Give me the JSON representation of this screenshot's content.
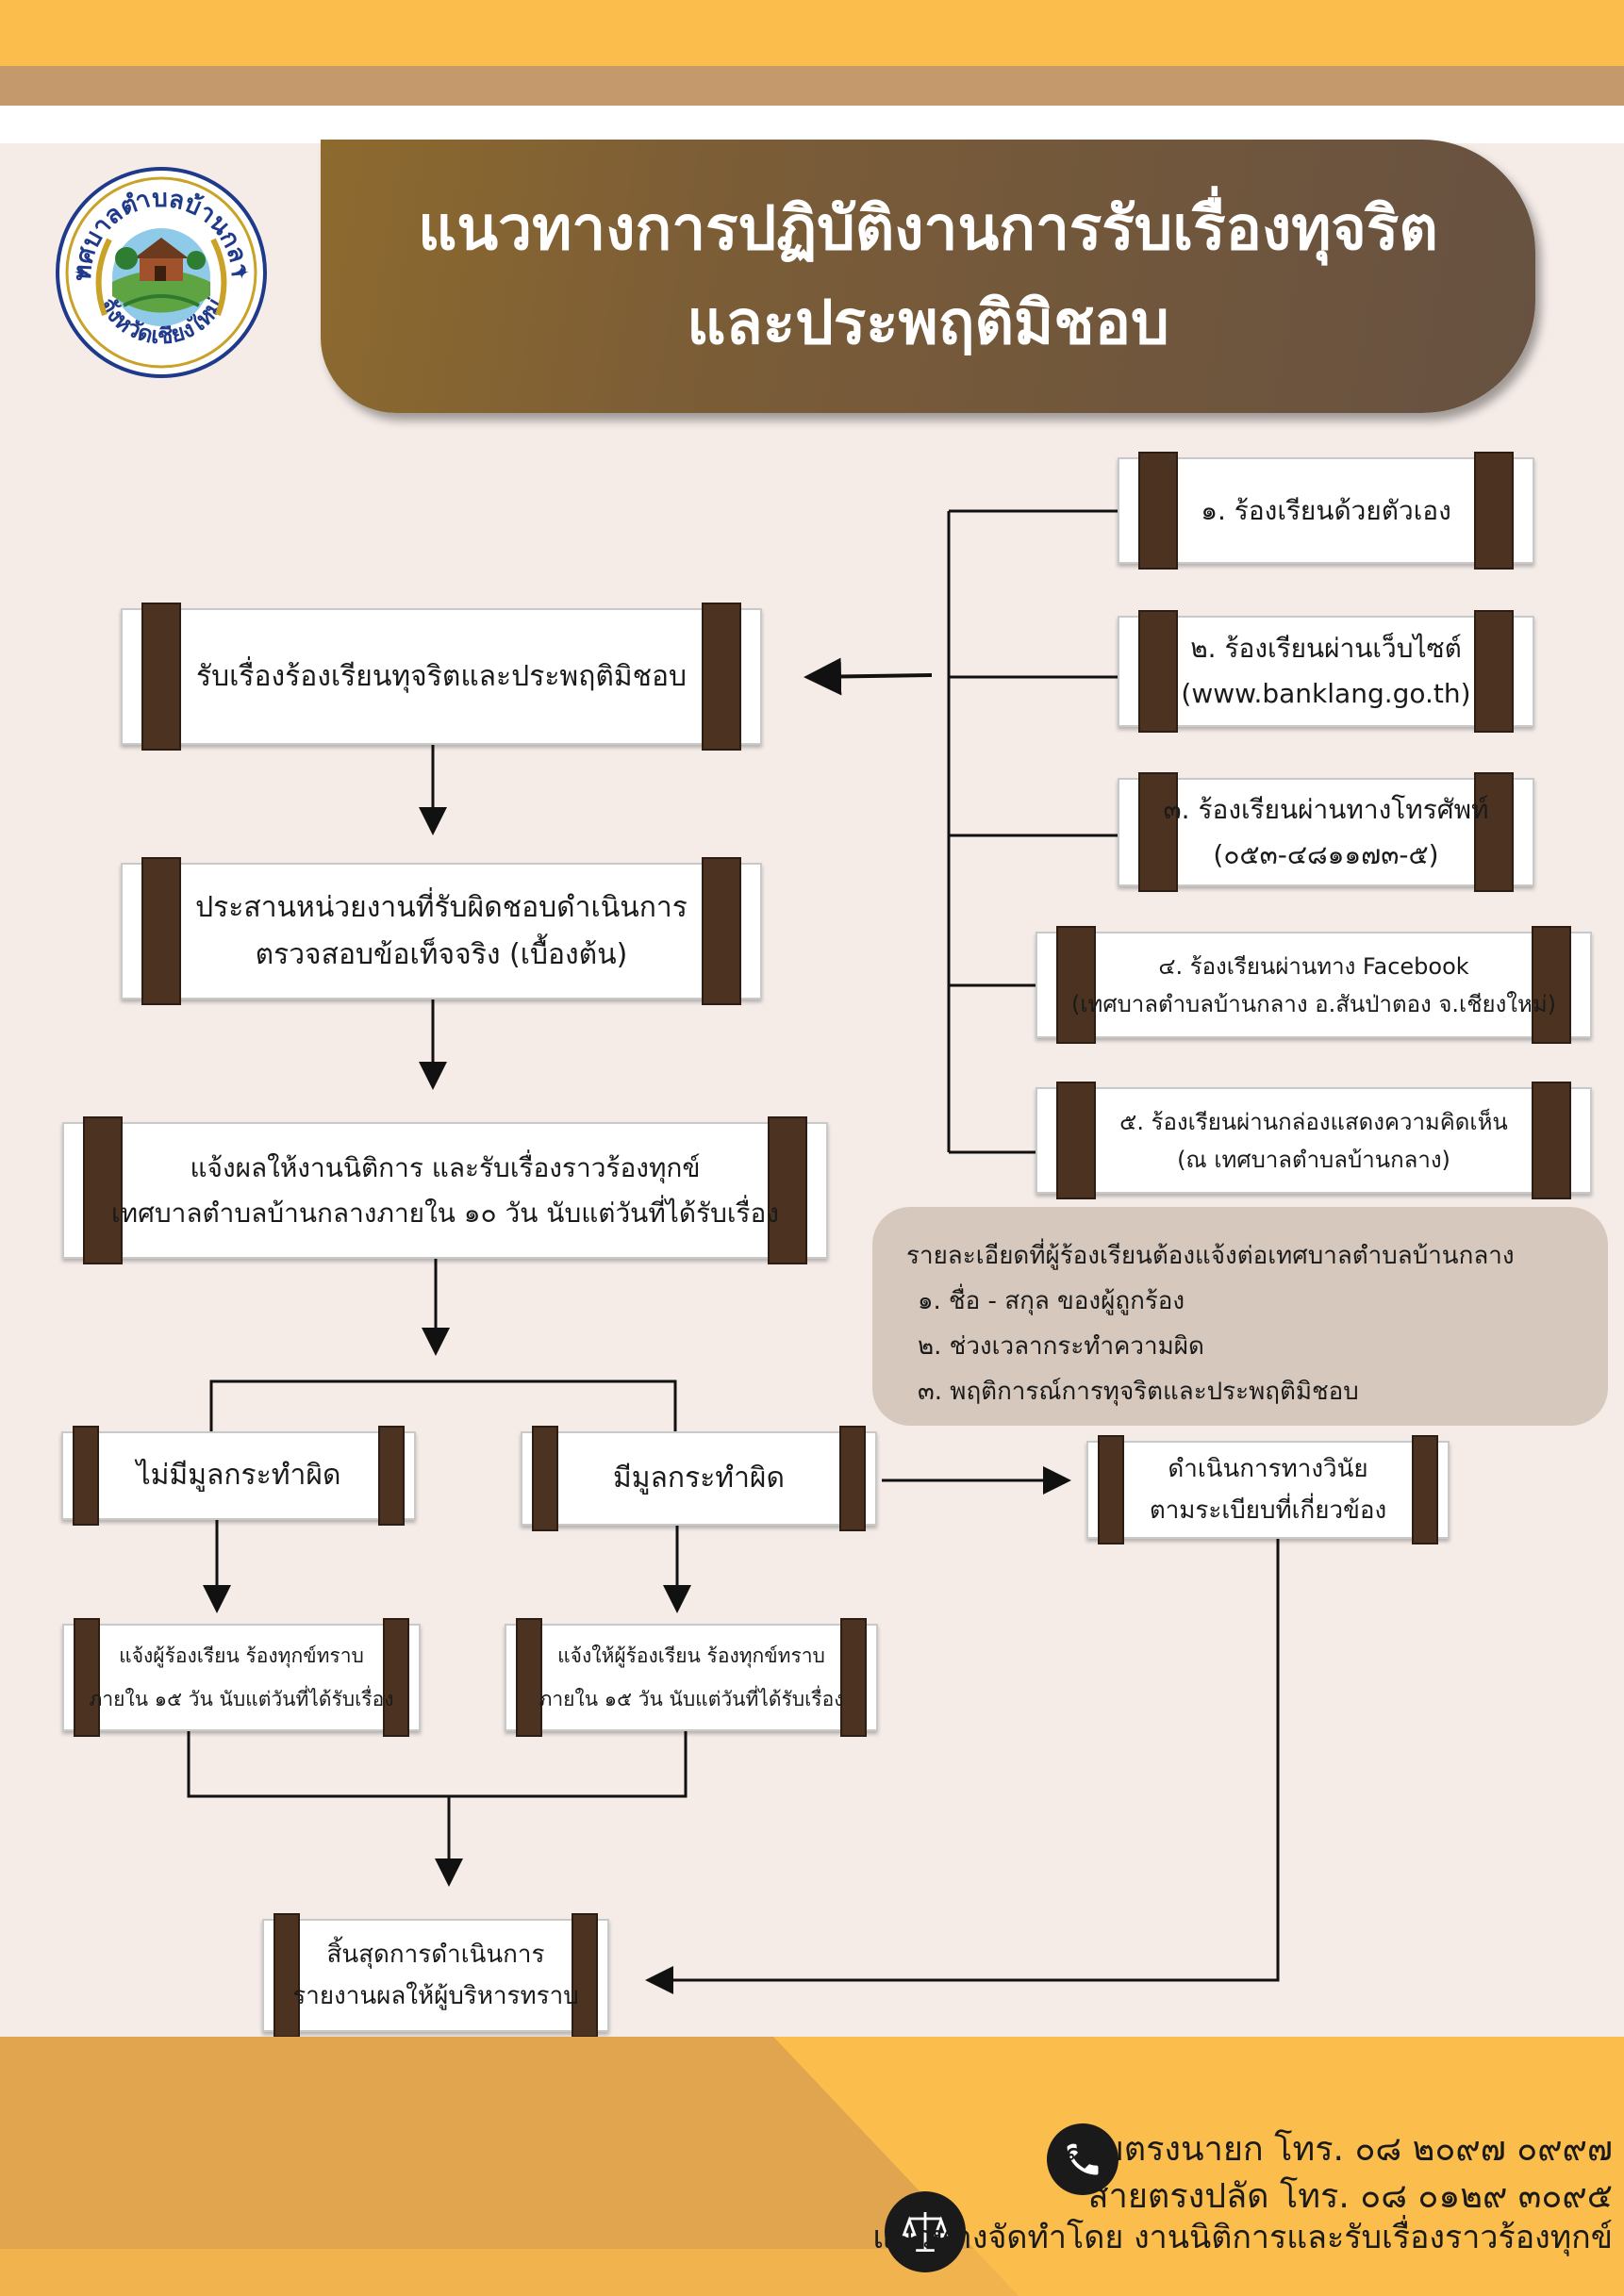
{
  "title": {
    "line1": "แนวทางการปฏิบัติงานการรับเรื่องทุจริต",
    "line2": "และประพฤติมิชอบ"
  },
  "logo": {
    "top_text": "เทศบาลตำบลบ้านกลาง",
    "bottom_text": "จังหวัดเชียงใหม่"
  },
  "channels": [
    {
      "line1": "๑. ร้องเรียนด้วยตัวเอง",
      "line2": ""
    },
    {
      "line1": "๒. ร้องเรียนผ่านเว็บไซต์",
      "line2": "(www.banklang.go.th)"
    },
    {
      "line1": "๓. ร้องเรียนผ่านทางโทรศัพท์",
      "line2": "(๐๕๓-๔๘๑๑๗๓-๕)"
    },
    {
      "line1": "๔. ร้องเรียนผ่านทาง Facebook",
      "line2": "(เทศบาลตำบลบ้านกลาง อ.สันป่าตอง จ.เชียงใหม่)"
    },
    {
      "line1": "๕. ร้องเรียนผ่านกล่องแสดงความคิดเห็น",
      "line2": "(ณ เทศบาลตำบลบ้านกลาง)"
    }
  ],
  "flow": {
    "receive": "รับเรื่องร้องเรียนทุจริตและประพฤติมิชอบ",
    "coordinate_line1": "ประสานหน่วยงานที่รับผิดชอบดำเนินการ",
    "coordinate_line2": "ตรวจสอบข้อเท็จจริง (เบื้องต้น)",
    "notify_line1": "แจ้งผลให้งานนิติการ และรับเรื่องราวร้องทุกข์",
    "notify_line2": "เทศบาลตำบลบ้านกลางภายใน ๑๐ วัน นับแต่วันที่ได้รับเรื่อง",
    "no_grounds": "ไม่มีมูลกระทำผิด",
    "has_grounds": "มีมูลกระทำผิด",
    "discipline_line1": "ดำเนินการทางวินัย",
    "discipline_line2": "ตามระเบียบที่เกี่ยวข้อง",
    "inform_left_line1": "แจ้งผู้ร้องเรียน ร้องทุกข์ทราบ",
    "inform_left_line2": "ภายใน ๑๕ วัน นับแต่วันที่ได้รับเรื่อง",
    "inform_right_line1": "แจ้งให้ผู้ร้องเรียน ร้องทุกข์ทราบ",
    "inform_right_line2": "ภายใน ๑๕ วัน นับแต่วันที่ได้รับเรื่อง",
    "end_line1": "สิ้นสุดการดำเนินการ",
    "end_line2": "รายงานผลให้ผู้บริหารทราบ"
  },
  "details": {
    "heading": "รายละเอียดที่ผู้ร้องเรียนต้องแจ้งต่อเทศบาลตำบลบ้านกลาง",
    "items": [
      "๑. ชื่อ - สกุล ของผู้ถูกร้อง",
      "๒. ช่วงเวลากระทำความผิด",
      "๓. พฤติการณ์การทุจริตและประพฤติมิชอบ"
    ]
  },
  "footer": {
    "hotline_mayor": "สายตรงนายก โทร. ๐๘ ๒๐๙๗ ๐๙๙๗",
    "hotline_deputy": "สายตรงปลัด โทร. ๐๘ ๐๑๒๙ ๓๐๙๕",
    "prepared_by": "แนวทางจัดทำโดย งานนิติการและรับเรื่องราวร้องทุกข์"
  },
  "colors": {
    "band_yellow": "#fbbd4c",
    "band_tan": "#c49a6c",
    "title_brown": "#7a5c37",
    "roller_brown": "#4b3221",
    "background": "#f5ece8",
    "info_box": "#d6c8bd",
    "footer_orange": "#e0a54e"
  },
  "icons": [
    "phone-icon",
    "scales-of-justice-icon",
    "municipal-seal-logo"
  ]
}
